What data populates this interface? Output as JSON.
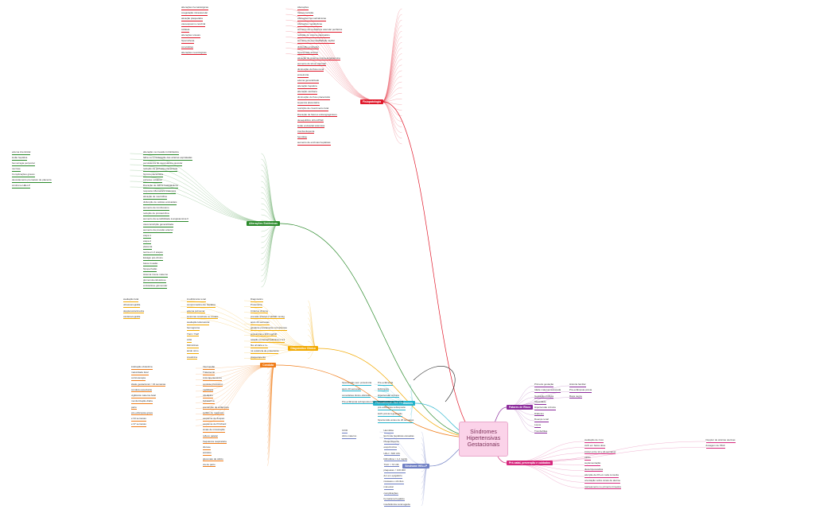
{
  "root": "Síndromes Hipertensivas Gestacionais",
  "branches": [
    {
      "id": "fisiopatologia",
      "label": "Fisiopatologia",
      "color": "#e0182a",
      "items": [
        "Alterações",
        "Vasoconstrição",
        "Alterações hemodinâmicas",
        "Alterações metabólicas",
        "aumento da resistência vascular periférica",
        "redução do volume plasmático",
        "aumento da permeabilidade capilar",
        "disfunção endotelial",
        "hipertensão arterial",
        "ativação do sistema renina-angiotensina",
        "aumento do tônus vascular",
        "diminuição do fluxo renal",
        "proteinúria",
        "edema generalizado",
        "alteração hepática",
        "alteração cardíaca",
        "diminuição do fluxo placentário",
        "isquemia placentária",
        "restrição de crescimento fetal",
        "liberação de fatores antiangiogênicos",
        "desequilíbrio sFlt-1/PlGF",
        "lesão endotelial sistêmica",
        "trombocitopenia",
        "hemólise",
        "aumento de enzimas hepáticas",
        "alterações hematológicas",
        "coagulação intravascular",
        "ativação plaquetária",
        "vasoespasmo cerebral",
        "cefaleia",
        "alterações visuais",
        "hiperreflexia",
        "convulsões",
        "alterações neurológicas"
      ]
    },
    {
      "id": "alteracoes",
      "label": "Alterações Sistêmicas",
      "color": "#2b8a2b",
      "items": [
        "alteração na invasão trofoblástica",
        "falha na remodelação das artérias espiraladas",
        "persistência de musculatura vascular",
        "redução da perfusão placentária",
        "hipóxia placentária",
        "estresse oxidativo",
        "liberação de debris trofoblásticos",
        "resposta inflamatória sistêmica",
        "ativação de neutrófilos",
        "disfunção de células endoteliais",
        "aumento de tromboxano",
        "redução de prostaciclina",
        "aumento da sensibilidade à angiotensina II",
        "vasoconstrição generalizada",
        "aumento da pressão arterial",
        "etapa 1",
        "etapa 2",
        "placenta",
        "teoria em 2 etapas",
        "Estágio pré-clínico",
        "baixa invasão",
        "hipoperfusão",
        "sistema imune materno",
        "glomeruloendoteliose",
        "endoteliose glomerular",
        "edema intersticial",
        "lesão hepática",
        "hemorragia periportal",
        "necrose",
        "Complicações graves",
        "descolamento prematuro de placenta",
        "síndrome HELLP"
      ]
    },
    {
      "id": "diagnostico",
      "label": "Diagnóstico Clínico",
      "color": "#f2a900",
      "items": [
        "Diagnóstico",
        "Proteinúria",
        "Critérios clínicos",
        "pressão arterial ≥ 140/90 mmHg",
        "após 20 semanas",
        "gestante previamente normotensa",
        "proteinúria ≥ 300 mg/24h",
        "relação proteína/creatinina ≥ 0,3",
        "fita urinária ≥ 1+",
        "na ausência de proteinúria",
        "plaquetopenia",
        "insuficiência renal",
        "comprometimento hepático",
        "edema pulmonar",
        "sintomas cerebrais ou visuais",
        "avaliação laboratorial",
        "hemograma",
        "TGO / TGP",
        "LDH",
        "bilirrubinas",
        "ácido úrico",
        "creatinina",
        "avaliação fetal",
        "ultrassonografia",
        "dopplervelocimetria",
        "cardiotocografia"
      ]
    },
    {
      "id": "conduta",
      "label": "Conduta",
      "color": "#f07d1a",
      "items": [
        "Interrupção",
        "Tratamento",
        "Anti-hipertensivos",
        "controle pressórico",
        "metildopa",
        "nifedipino",
        "hidralazina",
        "prevenção de eclâmpsia",
        "sulfato de magnésio",
        "esquema de Zuspan",
        "esquema de Pritchard",
        "sinais de intoxicação",
        "reflexo patelar",
        "frequência respiratória",
        "diurese",
        "antídoto",
        "gluconato de cálcio",
        "via de parto",
        "indicação obstétrica",
        "maturidade fetal",
        "corticoterapia",
        "idade gestacional < 34 semanas",
        "conduta expectante",
        "vigilância materno-fetal",
        "monitorização diária",
        "parto",
        "pré-eclâmpsia grave",
        "≥ 34 semanas",
        "≥ 37 semanas"
      ]
    },
    {
      "id": "classificacao",
      "label": "Classificação das Síndromes",
      "color": "#23b3cc",
      "items": [
        "Pré-eclâmpsia",
        "Eclâmpsia",
        "Hipertensão crônica",
        "Hipertensão gestacional",
        "pré-eclâmpsia sobreposta",
        "HAS prévia à gestação",
        "hipertensão antes de 20 semanas",
        "hipertensão sem proteinúria",
        "após 20 semanas",
        "convulsões tônico-clônicas",
        "Pré-eclâmpsia sobreposta à hipertensão crônica"
      ]
    },
    {
      "id": "hellp",
      "label": "Síndrome HELLP",
      "color": "#6f7fc4",
      "items": [
        "Hemólise",
        "Enzimas hepáticas elevadas",
        "Plaquetopenia",
        "esquizócitos",
        "LDH > 600 UI/L",
        "bilirrubina > 1,2 mg/dL",
        "TGO > 70 UI/L",
        "plaquetas < 100.000",
        "dor em epigástrio",
        "náuseas e vômitos",
        "mal-estar",
        "complicações",
        "hematoma hepático",
        "insuficiência renal aguda",
        "CIVD",
        "óbito materno"
      ]
    },
    {
      "id": "fatores",
      "label": "Fatores de Risco",
      "color": "#8b2a9b",
      "items": [
        "Primeira gestação",
        "Idade materna avançada",
        "Gestação múltipla",
        "Obesidade",
        "Hipertensão crônica",
        "Diabetes",
        "Doença renal",
        "Lúpus",
        "Trombofilias",
        "História familiar",
        "Pré-eclâmpsia prévia",
        "Raça negra"
      ]
    },
    {
      "id": "prevencao",
      "label": "Pré-natal, prevenção e cuidados",
      "color": "#d6297e",
      "items": [
        "avaliação de risco",
        "AAS em baixa dose",
        "iniciar entre 12 e 16 semanas",
        "cálcio",
        "suplementação",
        "dieta hipossódica",
        "aferição da PA em toda consulta",
        "orientação sobre sinais de alarme",
        "rastreamento no primeiro trimestre",
        "Doppler de artérias uterinas",
        "dosagem de PlGF"
      ]
    }
  ]
}
